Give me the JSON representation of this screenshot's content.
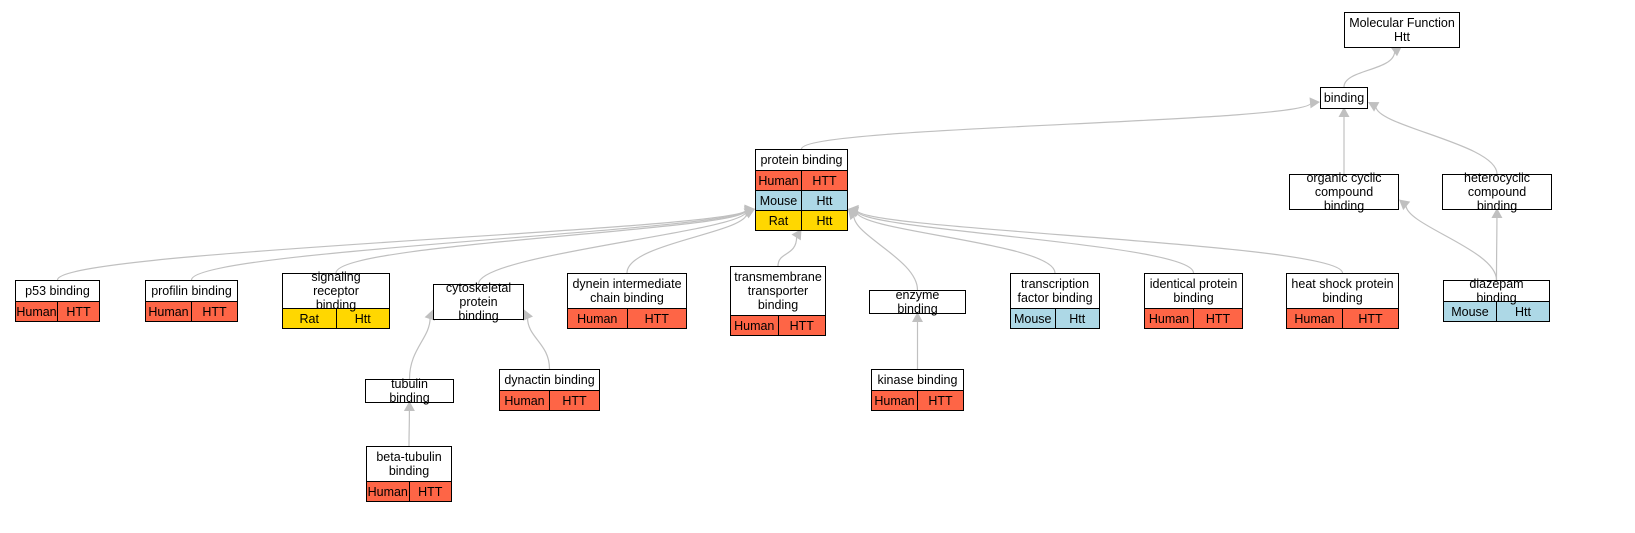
{
  "colors": {
    "human": "#fe6546",
    "mouse": "#add8e6",
    "rat": "#ffd700",
    "edge": "#c0c0c0"
  },
  "nodes": {
    "molecular_function": {
      "title": "Molecular Function\nHtt",
      "rows": []
    },
    "binding": {
      "title": "binding",
      "rows": []
    },
    "protein_binding": {
      "title": "protein binding",
      "rows": [
        {
          "organism": "Human",
          "gene": "HTT"
        },
        {
          "organism": "Mouse",
          "gene": "Htt"
        },
        {
          "organism": "Rat",
          "gene": "Htt"
        }
      ]
    },
    "organic_cyclic": {
      "title": "organic cyclic\ncompound binding",
      "rows": []
    },
    "heterocyclic": {
      "title": "heterocyclic\ncompound binding",
      "rows": []
    },
    "p53": {
      "title": "p53 binding",
      "rows": [
        {
          "organism": "Human",
          "gene": "HTT"
        }
      ]
    },
    "profilin": {
      "title": "profilin binding",
      "rows": [
        {
          "organism": "Human",
          "gene": "HTT"
        }
      ]
    },
    "signaling": {
      "title": "signaling receptor\nbinding",
      "rows": [
        {
          "organism": "Rat",
          "gene": "Htt"
        }
      ]
    },
    "cytoskeletal": {
      "title": "cytoskeletal\nprotein binding",
      "rows": []
    },
    "dynein": {
      "title": "dynein intermediate\nchain binding",
      "rows": [
        {
          "organism": "Human",
          "gene": "HTT"
        }
      ]
    },
    "transmembrane": {
      "title": "transmembrane\ntransporter\nbinding",
      "rows": [
        {
          "organism": "Human",
          "gene": "HTT"
        }
      ]
    },
    "enzyme": {
      "title": "enzyme binding",
      "rows": []
    },
    "transcription": {
      "title": "transcription\nfactor binding",
      "rows": [
        {
          "organism": "Mouse",
          "gene": "Htt"
        }
      ]
    },
    "identical": {
      "title": "identical protein\nbinding",
      "rows": [
        {
          "organism": "Human",
          "gene": "HTT"
        }
      ]
    },
    "heat_shock": {
      "title": "heat shock protein\nbinding",
      "rows": [
        {
          "organism": "Human",
          "gene": "HTT"
        }
      ]
    },
    "diazepam": {
      "title": "diazepam binding",
      "rows": [
        {
          "organism": "Mouse",
          "gene": "Htt"
        }
      ]
    },
    "tubulin": {
      "title": "tubulin binding",
      "rows": []
    },
    "dynactin": {
      "title": "dynactin binding",
      "rows": [
        {
          "organism": "Human",
          "gene": "HTT"
        }
      ]
    },
    "kinase": {
      "title": "kinase binding",
      "rows": [
        {
          "organism": "Human",
          "gene": "HTT"
        }
      ]
    },
    "beta_tubulin": {
      "title": "beta-tubulin\nbinding",
      "rows": [
        {
          "organism": "Human",
          "gene": "HTT"
        }
      ]
    }
  },
  "edges": [
    [
      "binding",
      "molecular_function"
    ],
    [
      "protein_binding",
      "binding"
    ],
    [
      "organic_cyclic",
      "binding"
    ],
    [
      "heterocyclic",
      "binding"
    ],
    [
      "diazepam",
      "organic_cyclic"
    ],
    [
      "diazepam",
      "heterocyclic"
    ],
    [
      "p53",
      "protein_binding"
    ],
    [
      "profilin",
      "protein_binding"
    ],
    [
      "signaling",
      "protein_binding"
    ],
    [
      "cytoskeletal",
      "protein_binding"
    ],
    [
      "dynein",
      "protein_binding"
    ],
    [
      "transmembrane",
      "protein_binding"
    ],
    [
      "enzyme",
      "protein_binding"
    ],
    [
      "transcription",
      "protein_binding"
    ],
    [
      "identical",
      "protein_binding"
    ],
    [
      "heat_shock",
      "protein_binding"
    ],
    [
      "tubulin",
      "cytoskeletal"
    ],
    [
      "dynactin",
      "cytoskeletal"
    ],
    [
      "kinase",
      "enzyme"
    ],
    [
      "beta_tubulin",
      "tubulin"
    ]
  ]
}
